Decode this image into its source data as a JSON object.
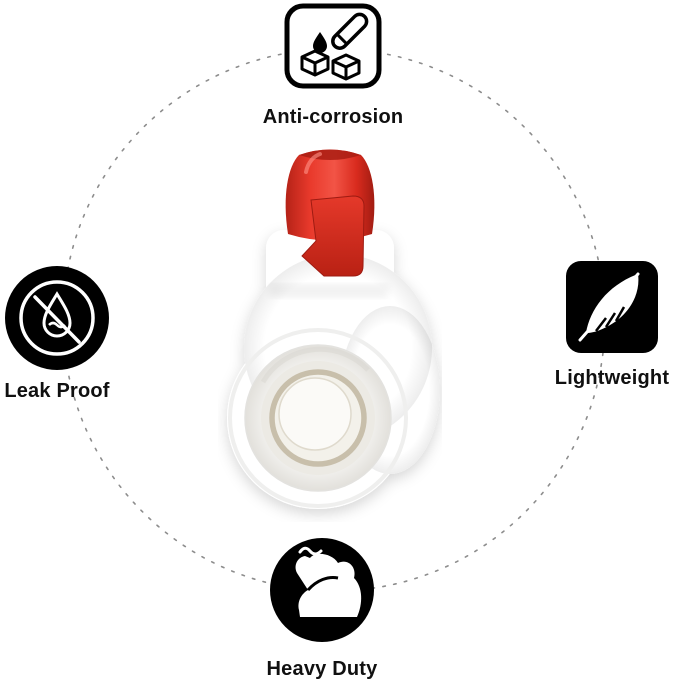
{
  "page": {
    "background_color": "#ffffff",
    "ring_color": "#8d8d8d"
  },
  "product": {
    "name": "white PVC ball valve with red handle",
    "handle_color": "#d7271b",
    "body_color": "#ffffff",
    "seat_ring_color": "#c8bfab"
  },
  "features": [
    {
      "label": "Anti-corrosion",
      "icon": "anti-corrosion-icon",
      "position": "top"
    },
    {
      "label": "Lightweight",
      "icon": "feather-icon",
      "position": "right"
    },
    {
      "label": "Heavy Duty",
      "icon": "muscle-arm-icon",
      "position": "bottom"
    },
    {
      "label": "Leak Proof",
      "icon": "no-leak-drop-icon",
      "position": "left"
    }
  ]
}
